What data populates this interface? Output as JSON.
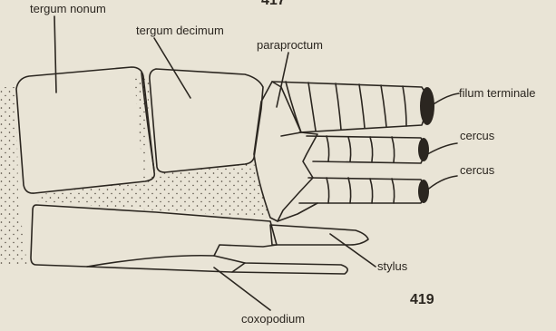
{
  "labels": {
    "tergum_nonum": "tergum nonum",
    "tergum_decimum": "tergum decimum",
    "paraproctum": "paraproctum",
    "filum_terminale": "filum terminale",
    "cercus_upper": "cercus",
    "cercus_lower": "cercus",
    "stylus": "stylus",
    "coxopodium": "coxopodium"
  },
  "figure_numbers": {
    "top": "417",
    "bottom": "419"
  }
}
